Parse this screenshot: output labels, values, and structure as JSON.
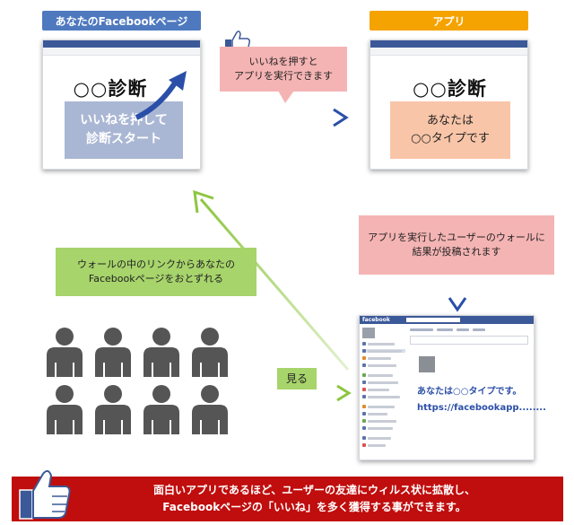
{
  "facebook_page": {
    "tag": "あなたのFacebookページ",
    "title": "○○診断",
    "button_line1": "いいねを押して",
    "button_line2": "診断スタート"
  },
  "app": {
    "tag": "アプリ",
    "title": "○○診断",
    "result_line1": "あなたは",
    "result_line2": "○○タイプです"
  },
  "callouts": {
    "like_line1": "いいねを押すと",
    "like_line2": "アプリを実行できます",
    "wall_line1": "アプリを実行したユーザーのウォールに",
    "wall_line2": "結果が投稿されます",
    "link_line1": "ウォールの中のリンクからあなたの",
    "link_line2": "Facebookページをおとずれる",
    "see": "見る"
  },
  "wall": {
    "logo": "facebook",
    "post_line1": "あなたは○○タイプです。",
    "post_line2": "https://facebookapp........"
  },
  "banner": {
    "line1": "面白いアプリであるほど、ユーザーの友達にウィルス状に拡散し、",
    "line2": "Facebookページの「いいね」を多く獲得する事ができます。"
  },
  "colors": {
    "facebook_blue": "#3b5998",
    "tag_blue": "#4f79bf",
    "tag_orange": "#f5a300",
    "arrow_blue": "#2b4fa8",
    "arrow_green": "#8dc63f",
    "callout_pink": "#f5b4b4",
    "callout_green": "#a7d46b",
    "banner_red": "#c00d0d",
    "person_gray": "#555555"
  }
}
